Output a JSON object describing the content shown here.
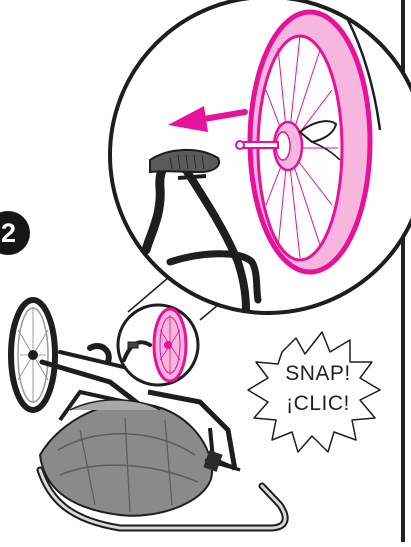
{
  "step": {
    "number": "2"
  },
  "callout": {
    "line1": "SNAP!",
    "line2": "¡CLIC!"
  },
  "colors": {
    "accent": "#e8119a",
    "accent_light": "#f7b6de",
    "ink": "#1e1e1e",
    "frame_fill": "#d9d9d9",
    "canopy_fill": "#7f7f7f"
  },
  "icons": {
    "direction_arrow": "arrow-left-icon"
  }
}
